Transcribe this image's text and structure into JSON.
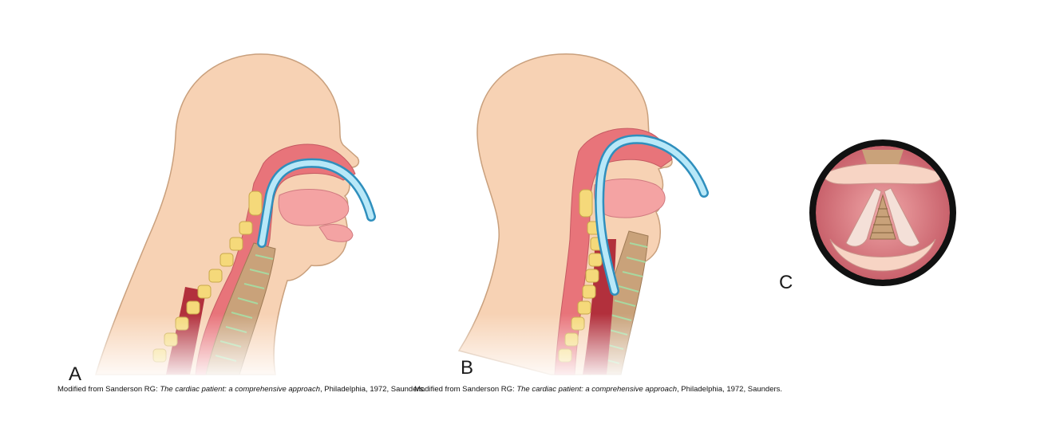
{
  "panels": [
    {
      "label": "A",
      "credit": {
        "prefix": "Modified from Sanderson RG: ",
        "title": "The cardiac patient: a comprehensive approach",
        "suffix": ", Philadelphia, 1972, Saunders."
      }
    },
    {
      "label": "B",
      "credit": {
        "prefix": "Modified from Sanderson RG: ",
        "title": "The cardiac patient: a comprehensive approach",
        "suffix": ", Philadelphia, 1972, Saunders."
      }
    },
    {
      "label": "C"
    }
  ],
  "colors": {
    "skin": "#f7d2b4",
    "skin_outline": "#c9a07d",
    "mucosa": "#e8747a",
    "mucosa_light": "#f4a3a3",
    "vertebra": "#f5d97a",
    "vertebra_outline": "#c8a84a",
    "trachea": "#c9a27a",
    "esophagus": "#b2303c",
    "tube": "#7fd0ee",
    "tube_outline": "#2f8fbd",
    "scope_ring": "#111111"
  }
}
